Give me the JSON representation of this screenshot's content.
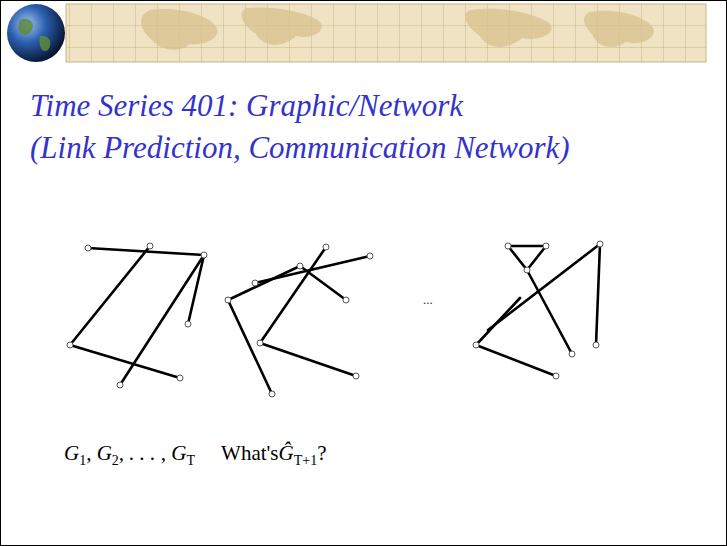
{
  "diagram": {
    "title": "Time Series 401: Graphic/Network",
    "labels": [
      "(Link Prediction, Communication Network)",
      "...",
      "G",
      "1",
      ", G",
      "2",
      ", . . . , G",
      "T",
      "What's",
      "Ĝ",
      "T+1",
      "?"
    ]
  }
}
